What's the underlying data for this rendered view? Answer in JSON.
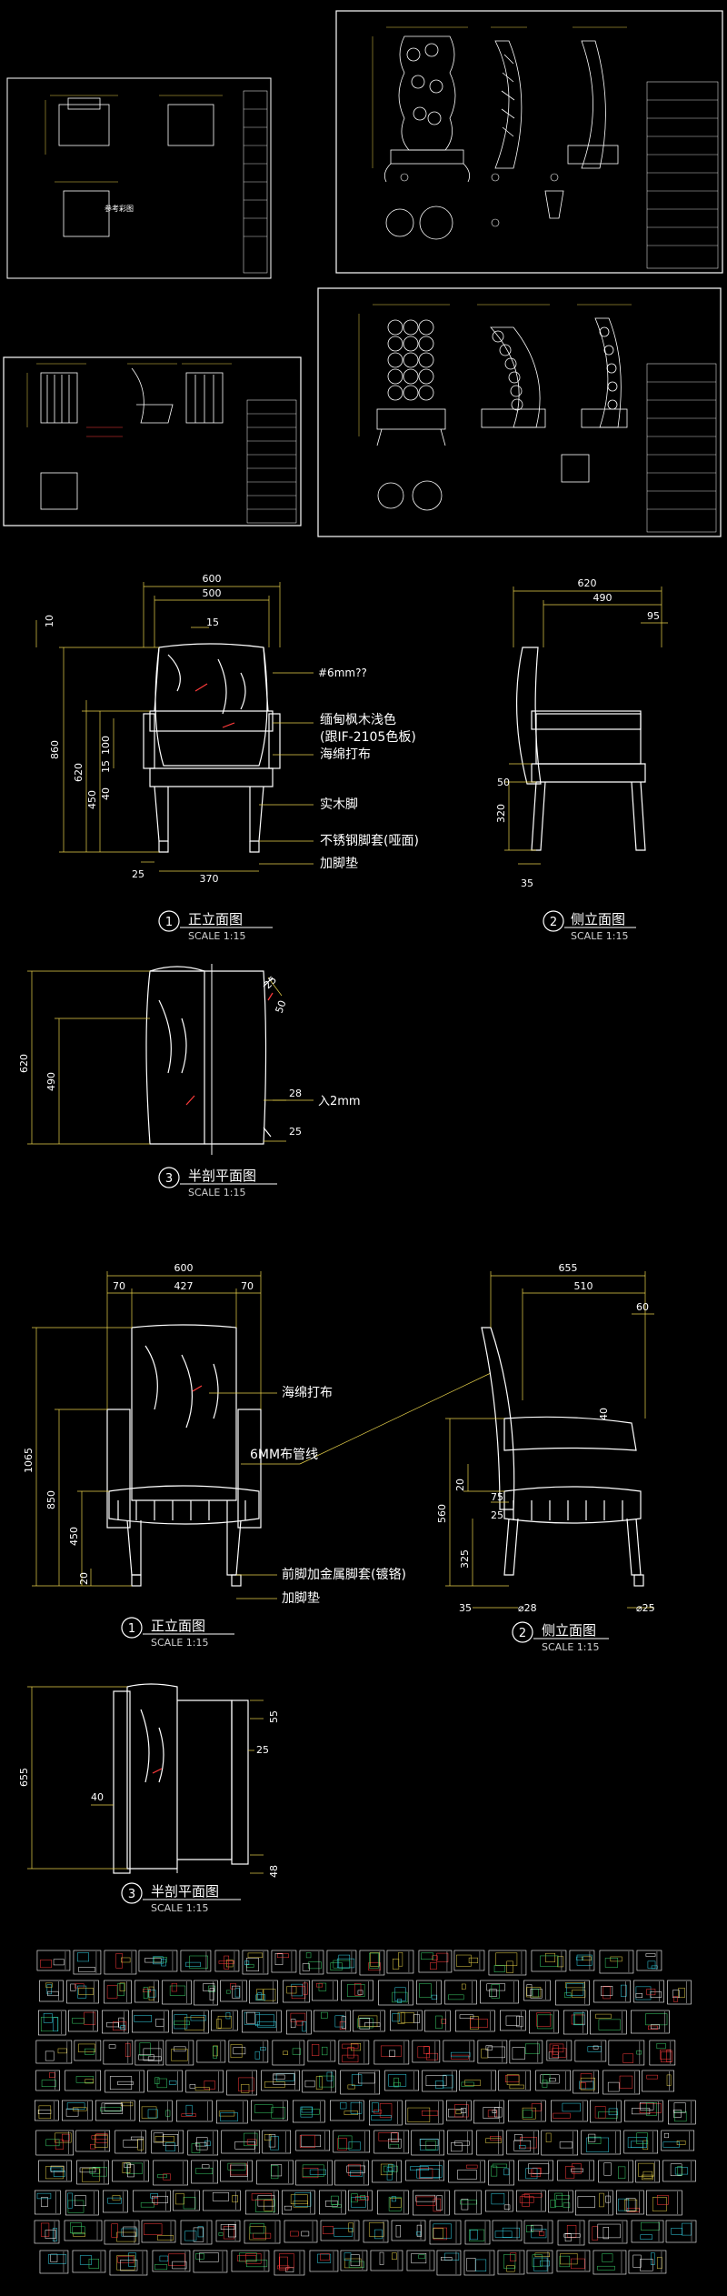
{
  "colors": {
    "background": "#000000",
    "frame": "#ffffff",
    "dimension": "#e8d24a",
    "outline": "#ffffff",
    "accent_red": "#ff3b3b",
    "accent_green": "#3bd36b",
    "accent_cyan": "#35d4e8"
  },
  "sheet_thumbnails": {
    "sheet1_caption": "参考彩图"
  },
  "chair1": {
    "front": {
      "title": "正立面图",
      "scale": "SCALE 1:15",
      "number": "1",
      "dims": {
        "overall_width": "600",
        "inner_width": "500",
        "top_gap": "15",
        "left_top": "10",
        "height": "860",
        "seat_h": "620",
        "arm": "450",
        "seg_a": "100",
        "seg_b": "15",
        "seg_c": "40",
        "foot": "25",
        "base": "370"
      },
      "notes": {
        "n1": "#6mm??",
        "n2": "缅甸枫木浅色",
        "n3": "(跟IF-2105色板)",
        "n4": "海绵打布",
        "n5": "实木脚",
        "n6": "不锈钢脚套(哑面)",
        "n7": "加脚垫"
      }
    },
    "side": {
      "title": "侧立面图",
      "scale": "SCALE 1:15",
      "number": "2",
      "dims": {
        "overall": "620",
        "inner": "490",
        "top": "95",
        "h1": "50",
        "h2": "320",
        "foot": "35"
      }
    },
    "plan": {
      "title": "半剖平面图",
      "scale": "SCALE 1:15",
      "number": "3",
      "dims": {
        "depth": "620",
        "inner": "490",
        "r1": "25",
        "r2": "50",
        "r3": "28",
        "r4": "25",
        "note": "入2mm"
      }
    }
  },
  "chair2": {
    "front": {
      "title": "正立面图",
      "scale": "SCALE 1:15",
      "number": "1",
      "dims": {
        "overall_width": "600",
        "left": "70",
        "inner": "427",
        "right": "70",
        "height": "1065",
        "seat": "850",
        "arm": "450",
        "foot": "20"
      },
      "notes": {
        "n1": "海绵打布",
        "n2": "6MM布管线",
        "n3": "前脚加金属脚套(镀铬)",
        "n4": "加脚垫"
      }
    },
    "side": {
      "title": "侧立面图",
      "scale": "SCALE 1:15",
      "number": "2",
      "dims": {
        "overall": "655",
        "inner": "510",
        "top": "60",
        "d40": "40",
        "d20": "20",
        "d560": "560",
        "d75": "75",
        "d325": "325",
        "d25": "25",
        "f1": "35",
        "f2": "⌀28",
        "f3": "⌀25"
      }
    },
    "plan": {
      "title": "半剖平面图",
      "scale": "SCALE 1:15",
      "number": "3",
      "dims": {
        "depth": "655",
        "d40": "40",
        "d25": "25",
        "d55": "55",
        "d48": "48"
      }
    }
  }
}
